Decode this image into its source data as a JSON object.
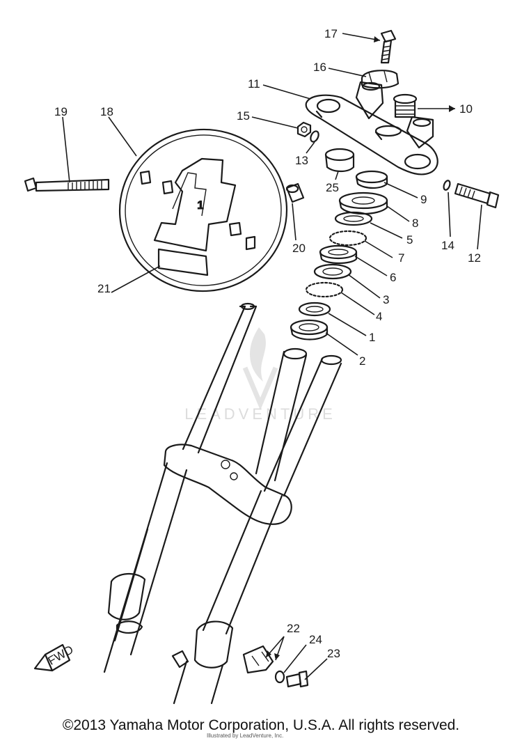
{
  "labels": {
    "l1": "1",
    "l2": "2",
    "l3": "3",
    "l4": "4",
    "l5": "5",
    "l6": "6",
    "l7": "7",
    "l8": "8",
    "l9": "9",
    "l10": "10",
    "l11": "11",
    "l12": "12",
    "l13": "13",
    "l14": "14",
    "l15": "15",
    "l16": "16",
    "l17": "17",
    "l18": "18",
    "l19": "19",
    "l20": "20",
    "l21": "21",
    "l22": "22",
    "l23": "23",
    "l24": "24",
    "l25": "25"
  },
  "plate_number": "1",
  "fwd_label": "FWD",
  "watermark": "LEADVENTURE",
  "copyright": "©2013 Yamaha Motor Corporation, U.S.A. All rights reserved.",
  "small_credit": "Illustrated by LeadVenture, Inc."
}
